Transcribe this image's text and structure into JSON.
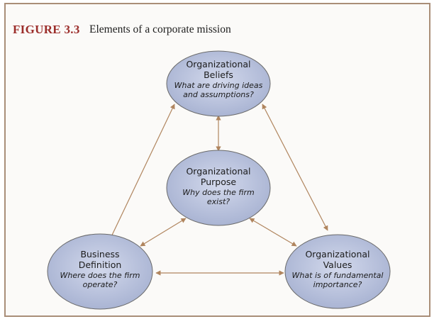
{
  "figure": {
    "label": "FIGURE 3.3",
    "title": "Elements of a corporate mission"
  },
  "nodes": {
    "beliefs": {
      "line1": "Organizational",
      "line2": "Beliefs",
      "question_line1": "What are driving ideas",
      "question_line2": "and assumptions?"
    },
    "purpose": {
      "line1": "Organizational",
      "line2": "Purpose",
      "question_line1": "Why does the firm",
      "question_line2": "exist?"
    },
    "business": {
      "line1": "Business",
      "line2": "Definition",
      "question_line1": "Where does the firm",
      "question_line2": "operate?"
    },
    "values": {
      "line1": "Organizational",
      "line2": "Values",
      "question_line1": "What is of fundamental",
      "question_line2": "importance?"
    }
  },
  "colors": {
    "frame": "#a98e78",
    "ellipse_fill_center": "#cfd6ea",
    "ellipse_fill_edge": "#a9b4d3",
    "ellipse_stroke": "#6a6a6a",
    "arrow": "#b0855e",
    "figure_label": "#9b2d2a"
  }
}
